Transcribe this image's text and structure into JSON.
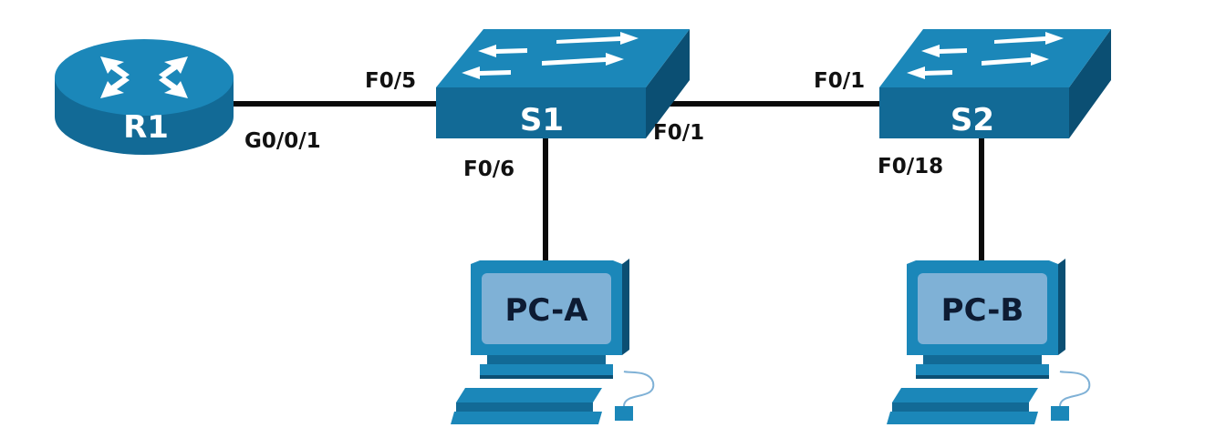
{
  "colors": {
    "device_top": "#1b87b9",
    "device_side": "#126a96",
    "device_dark": "#0b4f73",
    "pc_screen": "#7fb1d6",
    "link": "#0a0a0a",
    "label": "#111111"
  },
  "devices": {
    "r1": {
      "label": "R1",
      "icon": "router-icon"
    },
    "s1": {
      "label": "S1",
      "icon": "switch-icon"
    },
    "s2": {
      "label": "S2",
      "icon": "switch-icon"
    },
    "pca": {
      "label": "PC-A",
      "icon": "pc-icon"
    },
    "pcb": {
      "label": "PC-B",
      "icon": "pc-icon"
    }
  },
  "ports": {
    "r1_g0_0_1": "G0/0/1",
    "s1_f0_5": "F0/5",
    "s1_f0_6": "F0/6",
    "s1_f0_1": "F0/1",
    "s2_f0_1": "F0/1",
    "s2_f0_18": "F0/18"
  }
}
